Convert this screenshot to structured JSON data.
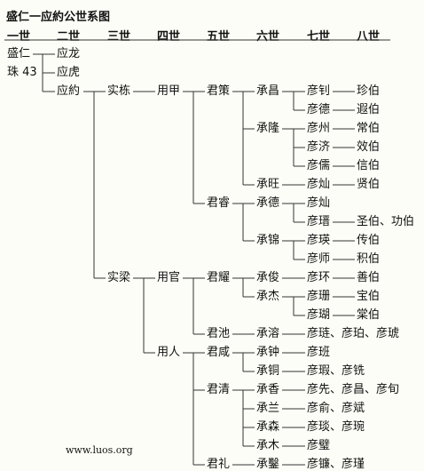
{
  "title": "盛仁一应約公世系图",
  "generations": [
    "一世",
    "二世",
    "三世",
    "四世",
    "五世",
    "六世",
    "七世",
    "八世"
  ],
  "footer": "www.luos.org",
  "people": {
    "p_shengren": "盛仁",
    "p_zhu43": "珠 43",
    "p_yinglong": "应龙",
    "p_yinghu": "应虎",
    "p_yingyue": "应約",
    "p_shidong": "实栋",
    "p_yongjia": "用甲",
    "p_junce": "君策",
    "p_chengchang": "承昌",
    "p_yanzhao": "彦钊",
    "p_zhenbo": "珍伯",
    "p_yande": "彦德",
    "p_xiabo": "遐伯",
    "p_chenglong": "承隆",
    "p_yanzhou": "彦州",
    "p_changbo": "常伯",
    "p_yanji": "彦济",
    "p_xiaobo": "效伯",
    "p_yanru": "彦儒",
    "p_xinbo": "信伯",
    "p_chengwang": "承旺",
    "p_yancan1": "彦灿",
    "p_xianbo": "贤伯",
    "p_junrui": "君睿",
    "p_chengde": "承德",
    "p_yancan2": "彦灿",
    "p_yanjin": "彦瑨",
    "p_shenggong": "圣伯、功伯",
    "p_chengjin": "承锦",
    "p_yanying": "彦瑛",
    "p_chuanbo": "传伯",
    "p_yanshi": "彦师",
    "p_jibo": "积伯",
    "p_shiliang": "实梁",
    "p_yongguan": "用官",
    "p_junyao": "君耀",
    "p_chengjun": "承俊",
    "p_yanhuan": "彦环",
    "p_shanbo": "善伯",
    "p_chengjie": "承杰",
    "p_yanshan": "彦珊",
    "p_baobo": "宝伯",
    "p_yanhu": "彦瑚",
    "p_tangbo": "棠伯",
    "p_junchi": "君池",
    "p_chengrong": "承溶",
    "p_three1": "彦琏、彦珀、彦琥",
    "p_yongren": "用人",
    "p_junxian": "君咸",
    "p_chengzhong": "承钟",
    "p_yanban": "彦班",
    "p_chengtong": "承铜",
    "p_two1": "彦瑕、彦铣",
    "p_junqing": "君清",
    "p_chengxiang": "承香",
    "p_three2": "彦先、彦昌、彦旬",
    "p_chenglan": "承兰",
    "p_two2": "彦俞、彦斌",
    "p_chengsen": "承森",
    "p_two3": "彦琰、彦琬",
    "p_chengmu": "承木",
    "p_yanbi": "彦璧",
    "p_junli": "君礼",
    "p_chengxin": "承鑿",
    "p_two4": "彦镰、彦瑾"
  }
}
